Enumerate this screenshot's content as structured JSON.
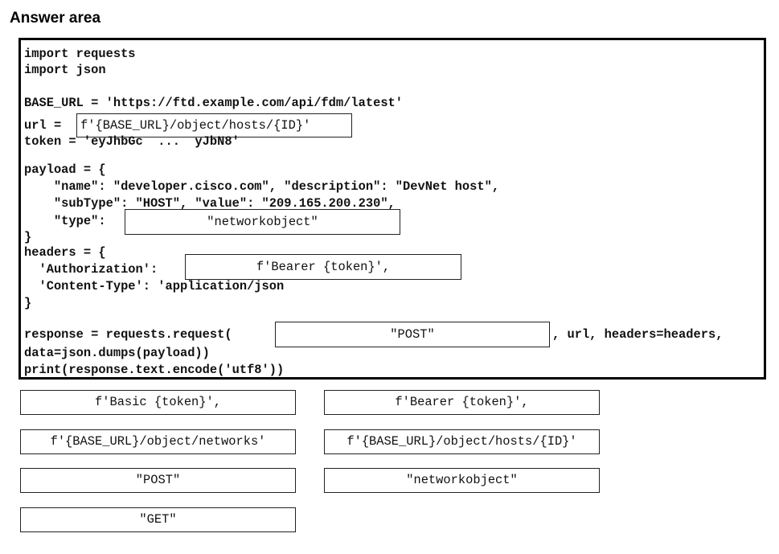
{
  "title": "Answer area",
  "code": {
    "line1": "import requests",
    "line2": "import json",
    "line3": "BASE_URL = 'https://ftd.example.com/api/fdm/latest'",
    "url_prefix": "url = ",
    "token_line": "token = 'eyJhbGc  ...  yJbN8'",
    "payload_open": "payload = {",
    "payload_name": "    \"name\": \"developer.cisco.com\", \"description\": \"DevNet host\",",
    "payload_subtype": "    \"subType\": \"HOST\", \"value\": \"209.165.200.230\",",
    "payload_type_key": "    \"type\":",
    "payload_close": "}",
    "headers_open": "headers = {",
    "auth_key": "  'Authorization':",
    "content_type": "  'Content-Type': 'application/json",
    "headers_close": "}",
    "response_prefix": "response = requests.request(",
    "response_suffix": ", url, headers=headers,",
    "data_line": "data=json.dumps(payload))",
    "print_line": "print(response.text.encode('utf8'))"
  },
  "drops": {
    "url": "f'{BASE_URL}/object/hosts/{ID}'",
    "type": "\"networkobject\"",
    "authorization": "f'Bearer {token}',",
    "method": "\"POST\""
  },
  "options": [
    "f'Basic {token}',",
    "f'Bearer {token}',",
    "f'{BASE_URL}/object/networks'",
    "f'{BASE_URL}/object/hosts/{ID}'",
    "\"POST\"",
    "\"networkobject\"",
    "\"GET\""
  ]
}
